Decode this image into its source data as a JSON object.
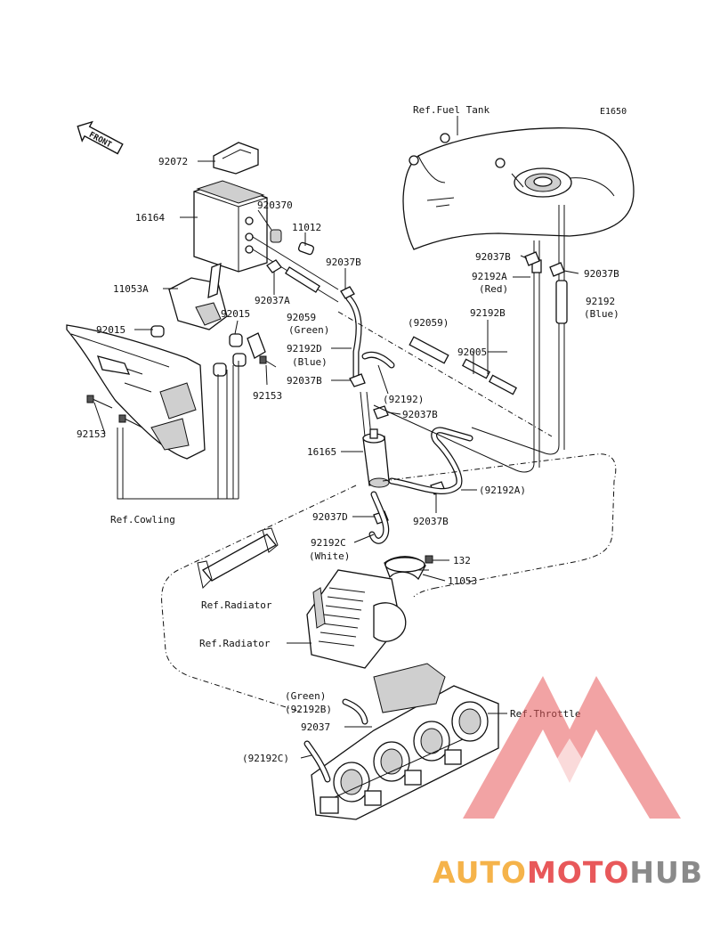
{
  "diagram_code": "E1650",
  "front_label": "FRONT",
  "callouts": {
    "ref_fuel_tank": "Ref.Fuel Tank",
    "p92072": "92072",
    "p920370": "920370",
    "p16164": "16164",
    "p11012": "11012",
    "p92037B_a": "92037B",
    "p11053A": "11053A",
    "p92015_a": "92015",
    "p92037A": "92037A",
    "p92015_b": "92015",
    "p92059": "92059",
    "green_1": "(Green)",
    "p92059_paren": "(92059)",
    "p92192D": "92192D",
    "blue_1": "(Blue)",
    "p92037B_b": "92037B",
    "p92153_a": "92153",
    "p92153_b": "92153",
    "p92192_paren": "(92192)",
    "p92037B_c": "92037B",
    "p16165": "16165",
    "p92037D": "92037D",
    "p92037B_d": "92037B",
    "p92192A_paren": "(92192A)",
    "p92192C": "92192C",
    "white": "(White)",
    "p132": "132",
    "p11053": "11053",
    "ref_cowling": "Ref.Cowling",
    "ref_radiator_1": "Ref.Radiator",
    "ref_radiator_2": "Ref.Radiator",
    "green_2": "(Green)",
    "p92192B_paren": "(92192B)",
    "p92037": "92037",
    "ref_throttle": "Ref.Throttle",
    "p92192C_paren": "(92192C)",
    "p92037B_e": "92037B",
    "p92192A": "92192A",
    "red": "(Red)",
    "p92192B": "92192B",
    "p92005": "92005",
    "p92037B_f": "92037B",
    "p92192": "92192",
    "blue_2": "(Blue)"
  },
  "watermark": {
    "part1": "AUTO",
    "part2": "MOTO",
    "part3": "HUB",
    "color_orange": "#f5b34a",
    "color_red": "#e8585a",
    "color_gray": "#8a8a8a"
  }
}
